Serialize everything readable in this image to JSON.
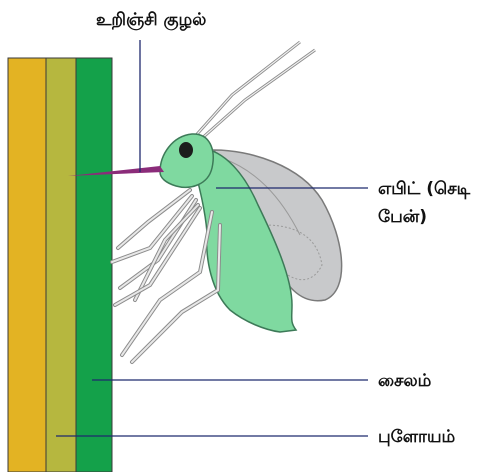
{
  "labels": {
    "stylet": "உறிஞ்சி குழல்",
    "aphid_line1": "எபிட் (செடி",
    "aphid_line2": "பேன்)",
    "xylem": "சைலம்",
    "phloem": "புளோயம்"
  },
  "colors": {
    "stem_outer": "#E3B323",
    "stem_middle": "#B6B73F",
    "stem_inner": "#14A14A",
    "aphid_body": "#7FD9A0",
    "wing": "#C8C9CB",
    "stylet": "#8B2C7A",
    "leader_line": "#1F2A6E"
  }
}
